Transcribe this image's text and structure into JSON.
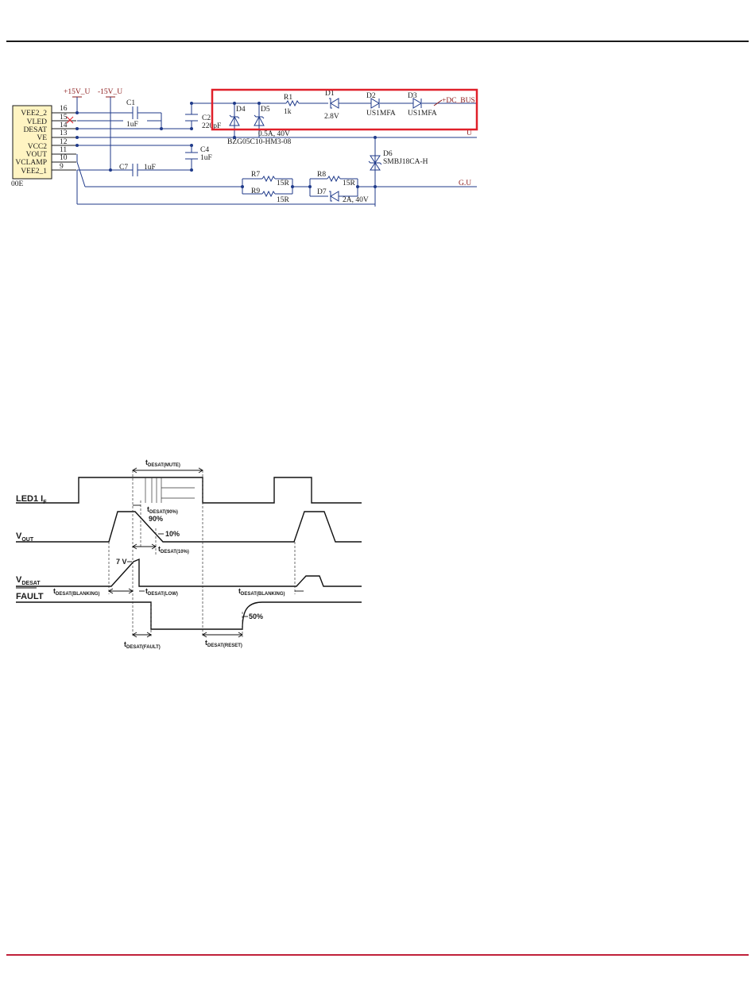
{
  "schematic": {
    "ic": {
      "pins": [
        {
          "name": "VEE2_2",
          "num": "16"
        },
        {
          "name": "VLED",
          "num": "15"
        },
        {
          "name": "DESAT",
          "num": "14"
        },
        {
          "name": "VE",
          "num": "13"
        },
        {
          "name": "VCC2",
          "num": "12"
        },
        {
          "name": "VOUT",
          "num": "11"
        },
        {
          "name": "VCLAMP",
          "num": "10"
        },
        {
          "name": "VEE2_1",
          "num": "9"
        }
      ],
      "part_suffix": "00E"
    },
    "nets": {
      "plus15": "+15V_U",
      "minus15": "-15V_U",
      "dc_bus": "+DC_BUS",
      "u": "U",
      "gu": "G.U"
    },
    "components": {
      "c1": {
        "ref": "C1",
        "value": "1uF"
      },
      "c2": {
        "ref": "C2",
        "value": "220pF"
      },
      "c4": {
        "ref": "C4",
        "value": "1uF"
      },
      "c7": {
        "ref": "C7",
        "value": "1uF"
      },
      "d4": {
        "ref": "D4"
      },
      "d5": {
        "ref": "D5"
      },
      "d45_part": "BZG05C10-HM3-08",
      "d5_rating": "0.5A, 40V",
      "r1": {
        "ref": "R1",
        "value": "1k"
      },
      "d1": {
        "ref": "D1",
        "value": "2.8V"
      },
      "d2": {
        "ref": "D2",
        "value": "US1MFA"
      },
      "d3": {
        "ref": "D3",
        "value": "US1MFA"
      },
      "d6": {
        "ref": "D6",
        "value": "SMBJ18CA-H"
      },
      "r7": {
        "ref": "R7",
        "value": "15R"
      },
      "r9": {
        "ref": "R9",
        "value": "15R"
      },
      "r8": {
        "ref": "R8",
        "value": "15R"
      },
      "d7": {
        "ref": "D7",
        "value": "2A, 40V"
      }
    },
    "highlight_color": "#e0202a"
  },
  "timing": {
    "signals": {
      "led": {
        "main": "LED1 I",
        "sub": "F"
      },
      "vout": {
        "main": "V",
        "sub": "OUT"
      },
      "vdesat": {
        "main": "V",
        "sub": "DESAT"
      },
      "fault": "FAULT"
    },
    "annotations": {
      "t_mute": {
        "main": "t",
        "sub": "DESAT(MUTE)"
      },
      "t_90": {
        "main": "t",
        "sub": "DESAT(90%)"
      },
      "pct90": "90%",
      "pct10": "10%",
      "t_10": {
        "main": "t",
        "sub": "DESAT(10%)"
      },
      "v7": "7 V",
      "t_blank1": {
        "main": "t",
        "sub": "DESAT(BLANKING)"
      },
      "t_low": {
        "main": "t",
        "sub": "DESAT(LOW)"
      },
      "t_blank2": {
        "main": "t",
        "sub": "DESAT(BLANKING)"
      },
      "pct50": "50%",
      "t_fault": {
        "main": "t",
        "sub": "DESAT(FAULT)"
      },
      "t_reset": {
        "main": "t",
        "sub": "DESAT(RESET)"
      }
    }
  }
}
